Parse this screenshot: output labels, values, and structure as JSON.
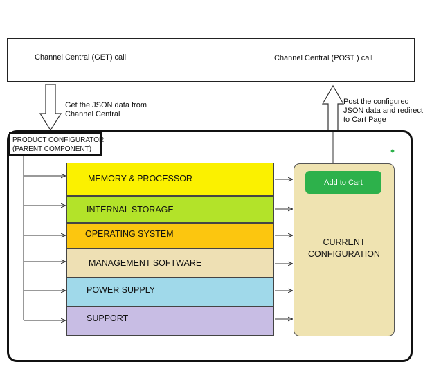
{
  "top_box": {
    "get_call": "Channel Central (GET) call",
    "post_call": "Channel Central (POST ) call"
  },
  "get_note": [
    "Get the JSON data from",
    "Channel Central"
  ],
  "post_note": [
    "Post the configured",
    "JSON data and redirect",
    "to Cart Page"
  ],
  "parent": {
    "line1": "PRODUCT CONFIGURATOR",
    "line2": "(PARENT COMPONENT)"
  },
  "components": [
    {
      "label": "MEMORY & PROCESSOR",
      "color": "#fbf100"
    },
    {
      "label": "INTERNAL STORAGE",
      "color": "#b3e329"
    },
    {
      "label": "OPERATING SYSTEM",
      "color": "#fcc60f"
    },
    {
      "label": "MANAGEMENT SOFTWARE",
      "color": "#eee0b4"
    },
    {
      "label": "POWER SUPPLY",
      "color": "#a0d9ea"
    },
    {
      "label": "SUPPORT",
      "color": "#c8bde4"
    }
  ],
  "current_config": {
    "line1": "CURRENT",
    "line2": "CONFIGURATION",
    "color": "#efe3b1",
    "add_to_cart": "Add to Cart",
    "button_color": "#2db14b"
  }
}
